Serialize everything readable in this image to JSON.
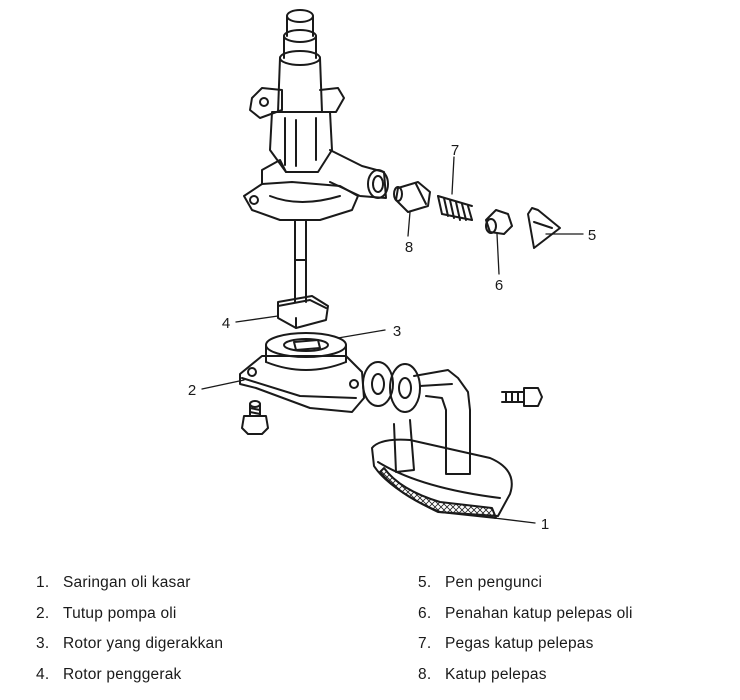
{
  "callouts": {
    "c1": "1",
    "c2": "2",
    "c3": "3",
    "c4": "4",
    "c5": "5",
    "c6": "6",
    "c7": "7",
    "c8": "8"
  },
  "legend": {
    "left": [
      {
        "num": "1.",
        "text": "Saringan oli kasar"
      },
      {
        "num": "2.",
        "text": "Tutup pompa oli"
      },
      {
        "num": "3.",
        "text": "Rotor yang digerakkan"
      },
      {
        "num": "4.",
        "text": "Rotor penggerak"
      }
    ],
    "right": [
      {
        "num": "5.",
        "text": "Pen pengunci"
      },
      {
        "num": "6.",
        "text": "Penahan katup pelepas oli"
      },
      {
        "num": "7.",
        "text": "Pegas katup pelepas"
      },
      {
        "num": "8.",
        "text": "Katup pelepas"
      }
    ]
  }
}
